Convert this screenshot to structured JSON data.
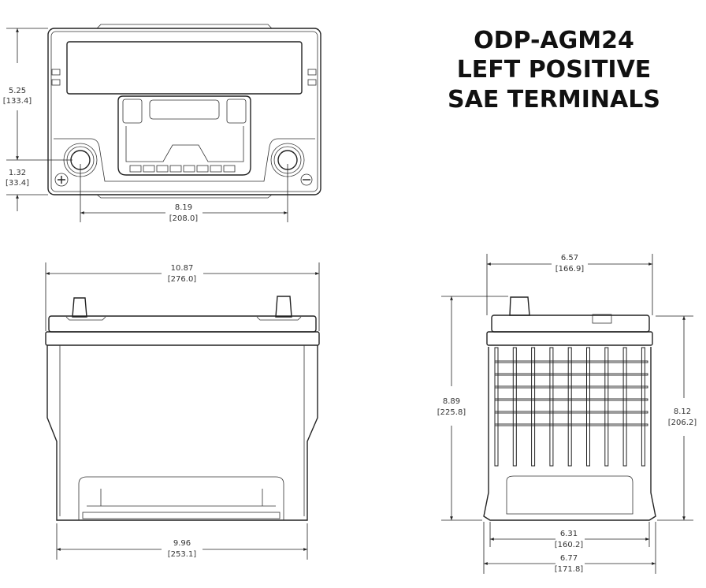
{
  "title": {
    "line1": "ODP-AGM24",
    "line2": "LEFT POSITIVE",
    "line3": "SAE TERMINALS"
  },
  "top_view": {
    "height": {
      "in": "5.25",
      "mm": "[133.4]"
    },
    "terminal_offset": {
      "in": "1.32",
      "mm": "[33.4]"
    },
    "terminal_spacing": {
      "in": "8.19",
      "mm": "[208.0]"
    },
    "positive_symbol": "plus-icon",
    "negative_symbol": "minus-icon"
  },
  "front_view": {
    "top_length": {
      "in": "10.87",
      "mm": "[276.0]"
    },
    "bottom_length": {
      "in": "9.96",
      "mm": "[253.1]"
    }
  },
  "side_view": {
    "top_width": {
      "in": "6.57",
      "mm": "[166.9]"
    },
    "total_height": {
      "in": "8.89",
      "mm": "[225.8]"
    },
    "case_height": {
      "in": "8.12",
      "mm": "[206.2]"
    },
    "base_width_inner": {
      "in": "6.31",
      "mm": "[160.2]"
    },
    "base_width_outer": {
      "in": "6.77",
      "mm": "[171.8]"
    }
  }
}
